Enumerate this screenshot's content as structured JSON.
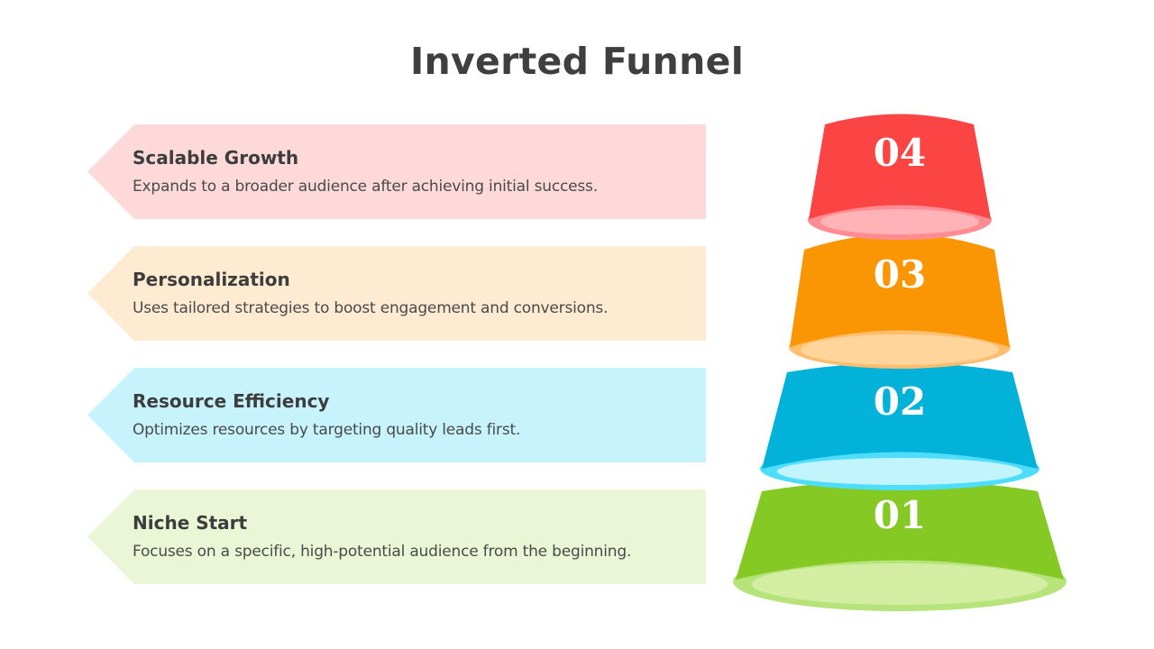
{
  "title": "Inverted Funnel",
  "stages": [
    {
      "heading": "Scalable  Growth",
      "description": "Expands to a broader audience after achieving initial success.",
      "banner_color": "#FDD9D9"
    },
    {
      "heading": "Personalization",
      "description": "Uses tailored strategies to boost engagement and conversions.",
      "banner_color": "#FEEBD1"
    },
    {
      "heading": "Resource  Efficiency",
      "description": "Optimizes resources by targeting quality leads first.",
      "banner_color": "#C6F3FC"
    },
    {
      "heading": "Niche Start",
      "description": "Focuses on a specific, high-potential audience from the beginning.",
      "banner_color": "#EAF6D6"
    }
  ],
  "tiers": [
    {
      "number": "04",
      "color": "#FB4444",
      "rim_color": "#FF8C92",
      "inner_color": "#FFB3B6"
    },
    {
      "number": "03",
      "color": "#FA9604",
      "rim_color": "#FFBE6E",
      "inner_color": "#FFD59B"
    },
    {
      "number": "02",
      "color": "#03B2D8",
      "rim_color": "#4EDDFB",
      "inner_color": "#C2F4FD"
    },
    {
      "number": "01",
      "color": "#85C924",
      "rim_color": "#B6E37A",
      "inner_color": "#D3EEA3"
    }
  ]
}
